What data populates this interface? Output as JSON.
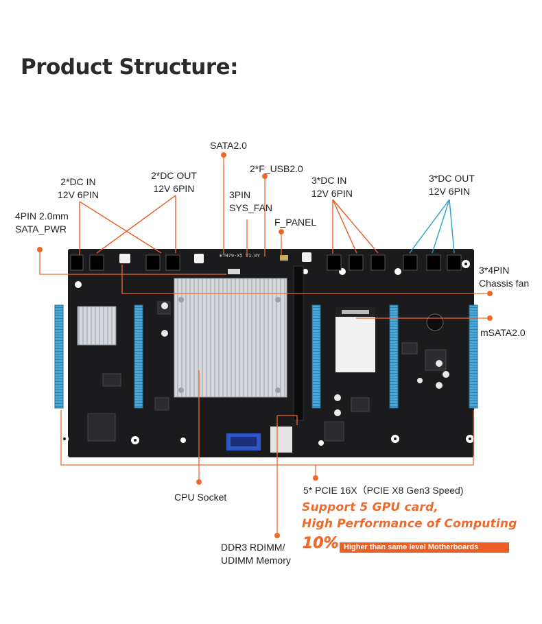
{
  "title": "Product Structure:",
  "labels": {
    "sata20": "SATA2.0",
    "f_usb_line1": "2*F_USB2.0",
    "dc_in_2_line1": "2*DC IN",
    "dc_in_2_line2": "12V 6PIN",
    "dc_out_2_line1": "2*DC OUT",
    "dc_out_2_line2": "12V 6PIN",
    "pin3_line1": "3PIN",
    "pin3_line2": "SYS_FAN",
    "f_panel": "F_PANEL",
    "dc_in_3_line1": "3*DC IN",
    "dc_in_3_line2": "12V 6PIN",
    "dc_out_3_line1": "3*DC OUT",
    "dc_out_3_line2": "12V 6PIN",
    "sata_pwr_line1": "4PIN 2.0mm",
    "sata_pwr_line2": "SATA_PWR",
    "chassis_fan_line1": "3*4PIN",
    "chassis_fan_line2": "Chassis fan",
    "msata": "mSATA2.0",
    "cpu_socket": "CPU Socket",
    "pcie": "5* PCIE 16X（PCIE X8 Gen3 Speed)",
    "memory_line1": "DDR3 RDIMM/",
    "memory_line2": "UDIMM Memory"
  },
  "promo": {
    "line1": "Support 5 GPU card,",
    "line2": "High Performance of Computing",
    "percent": "10%",
    "bar_text": "Higher than same level Motherboards"
  },
  "board_silkscreen": "ETH79-X5 V1.0Y",
  "colors": {
    "accent": "#ee6a2c",
    "board": "#1b1b1e",
    "pcie_slot": "#3f9fce",
    "heatsink": "#cfd3d8"
  }
}
